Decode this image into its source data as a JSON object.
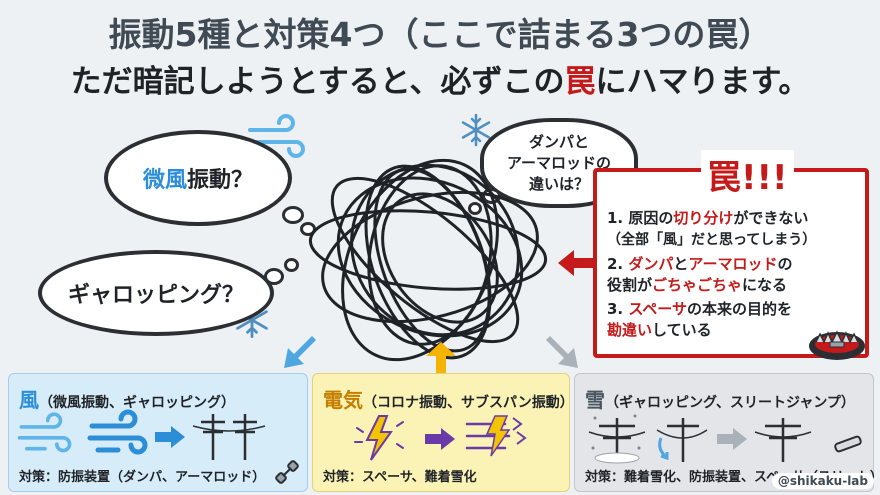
{
  "title": {
    "line1": "振動5種と対策4つ（ここで詰まる3つの罠）",
    "line2_prefix": "ただ暗記しようとすると、必ずこの",
    "line2_red": "罠",
    "line2_suffix": "にハマります。"
  },
  "bubbles": {
    "wind_blue": "微風",
    "wind_rest": "振動？",
    "gallop_light": "ギャロッピ",
    "gallop_rest": "ング？",
    "damper_line1": "ダンパと",
    "damper_line2": "アーマロッドの",
    "damper_line3": "違いは？"
  },
  "trap": {
    "title": "罠!!!",
    "item1_a": "1. 原因の",
    "item1_b": "切り分け",
    "item1_c": "ができない",
    "item1_d": "（全部「風」だと思ってしまう）",
    "item2_a": "2. ",
    "item2_b": "ダンパ",
    "item2_c": "と",
    "item2_d": "アーマロッド",
    "item2_e": "の",
    "item2_f": "役割が",
    "item2_g": "ごちゃごちゃ",
    "item2_h": "になる",
    "item3_a": "3. ",
    "item3_b": "スペーサ",
    "item3_c": "の本来の目的を",
    "item3_d": "勘違い",
    "item3_e": "している"
  },
  "panels": {
    "wind": {
      "big": "風",
      "detail": "（微風振動、ギャロッピング）",
      "foot": "対策：防振装置（ダンパ、アーマロッド）"
    },
    "elec": {
      "big": "電気",
      "detail": "（コロナ振動、サブスパン振動）",
      "foot": "対策：スペーサ、難着雪化"
    },
    "snow": {
      "big": "雪",
      "detail": "（ギャロッピング、スリートジャンプ）",
      "foot": "対策：難着雪化、防振装置、スペーサ（スリート）"
    }
  },
  "credit": "@shikaku-lab",
  "colors": {
    "red": "#c41a1a",
    "blue": "#2d8ed8",
    "yellow": "#f5c400",
    "purple": "#6a3aa8"
  }
}
